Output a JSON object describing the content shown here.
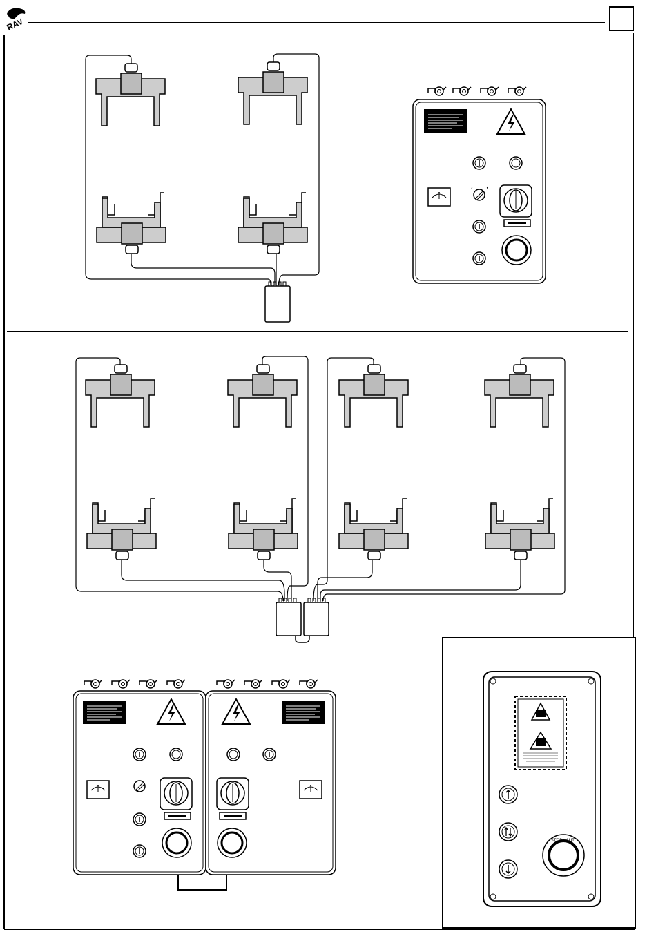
{
  "header": {
    "page_number": "",
    "logo": "logo-rav"
  },
  "sections": {
    "top": {
      "lift_count": 4,
      "cable_colors": "#000000"
    },
    "middle": {
      "lift_count": 8
    },
    "inset": {
      "estop_label": "STOP - AUT"
    }
  },
  "icons": [
    "high-voltage-icon",
    "lamp-icon",
    "key-switch-icon",
    "selector-knob-icon",
    "up-button-icon",
    "down-button-icon",
    "emergency-stop-icon",
    "gauge-icon"
  ],
  "colors": {
    "lift_fill": "#cdcdcd",
    "label_black": "#000000",
    "line": "#000000"
  }
}
